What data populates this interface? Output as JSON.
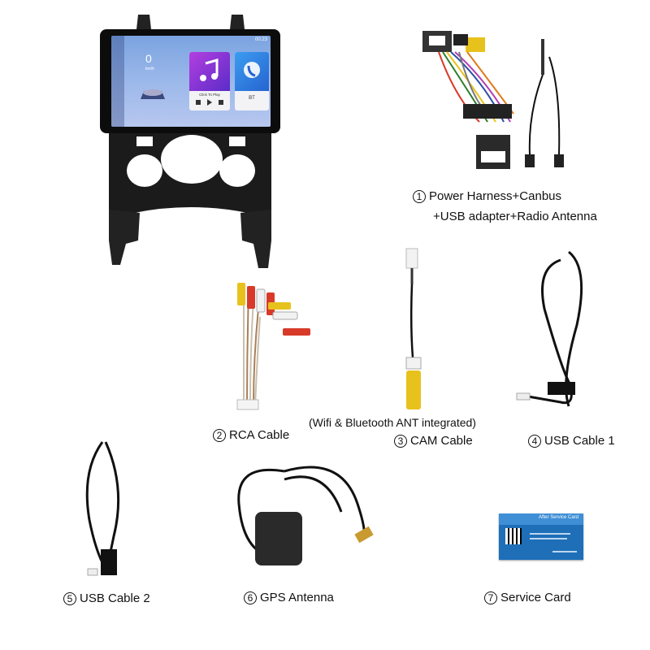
{
  "screen": {
    "status_time": "00:23",
    "speed_value": "0",
    "speed_unit": "km/h",
    "music_label": "Click To Play",
    "bt_label": "BT"
  },
  "items": [
    {
      "number": "1",
      "label": "Power Harness+Canbus",
      "label_line2": "+USB adapter+Radio Antenna"
    },
    {
      "number": "2",
      "label": "RCA Cable"
    },
    {
      "number": "3",
      "label": "CAM Cable",
      "note": "(Wifi & Bluetooth ANT integrated)"
    },
    {
      "number": "4",
      "label": "USB Cable 1"
    },
    {
      "number": "5",
      "label": "USB Cable 2"
    },
    {
      "number": "6",
      "label": "GPS Antenna"
    },
    {
      "number": "7",
      "label": "Service Card"
    }
  ],
  "service_card": {
    "title": "After Service Card"
  },
  "colors": {
    "background": "#ffffff",
    "bezel": "#1a1a1a",
    "screen_accent": "#7ba3e0",
    "rca_yellow": "#e8c21c",
    "rca_red": "#d83a2a",
    "rca_white": "#f2f2f2",
    "service_card_blue": "#1e6fb8"
  }
}
